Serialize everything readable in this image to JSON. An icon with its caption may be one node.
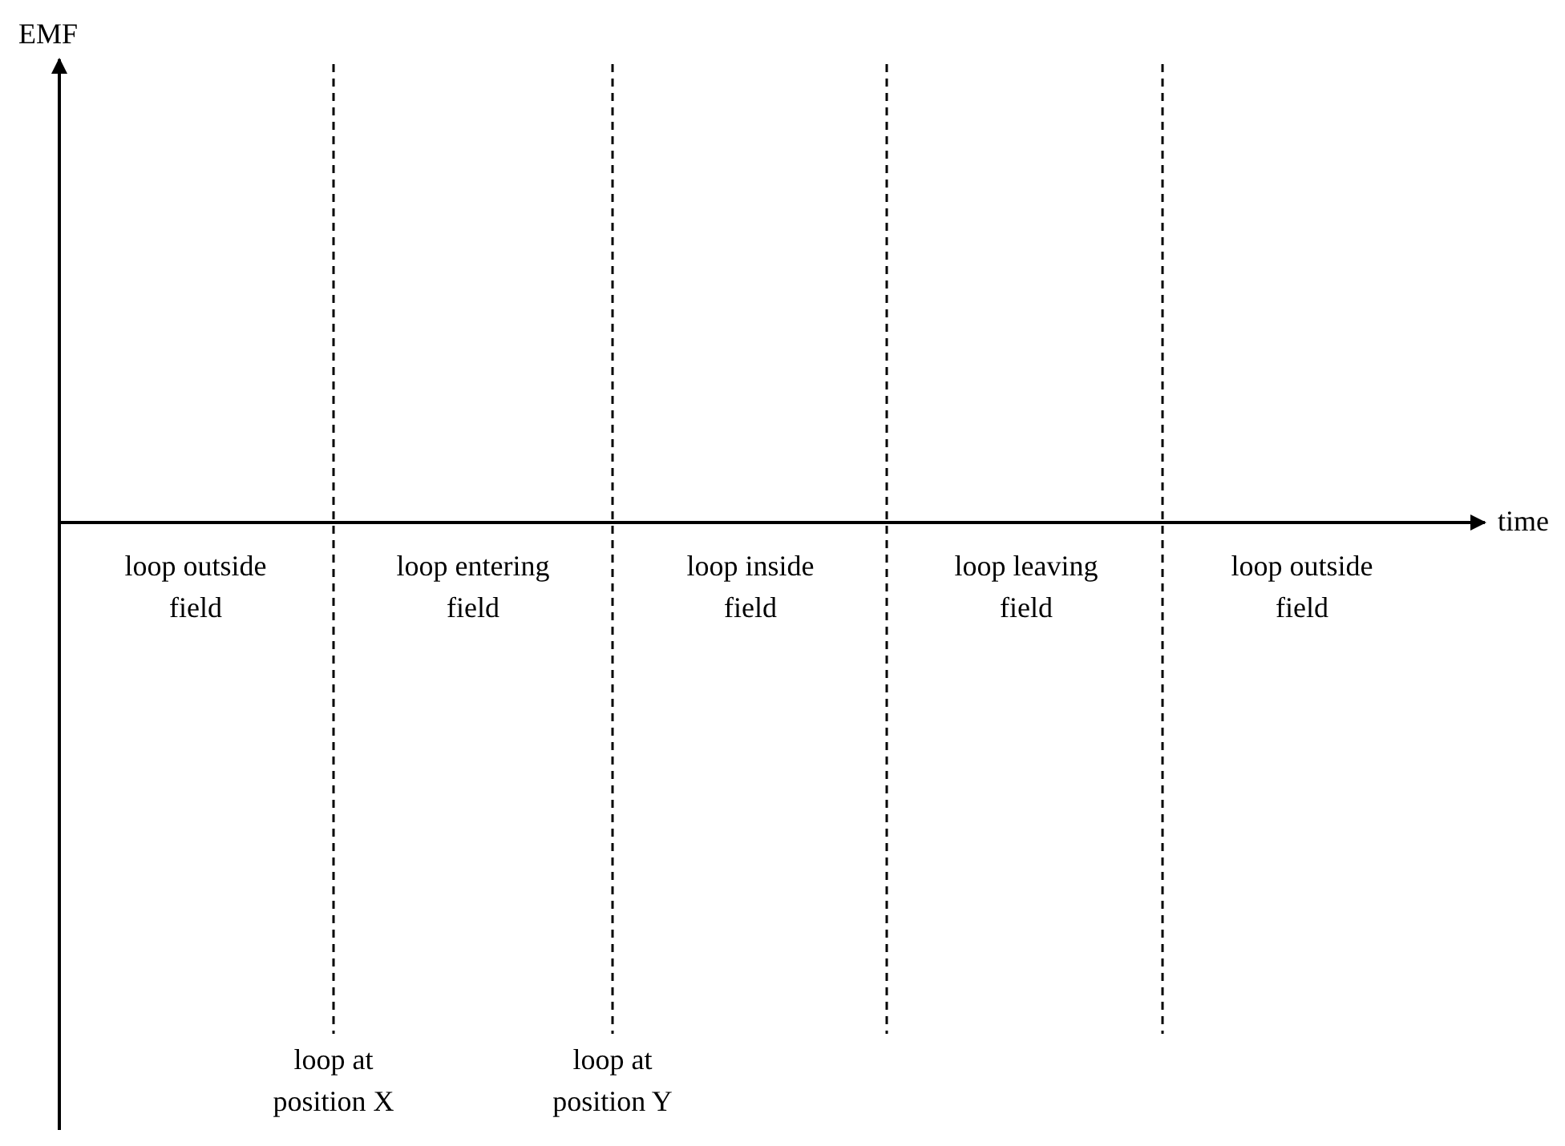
{
  "diagram": {
    "labels": [
      "EMF",
      "time",
      "loop outside field",
      "loop entering field",
      "loop inside field",
      "loop leaving field",
      "loop outside field",
      "loop at position X",
      "loop at position Y"
    ]
  }
}
